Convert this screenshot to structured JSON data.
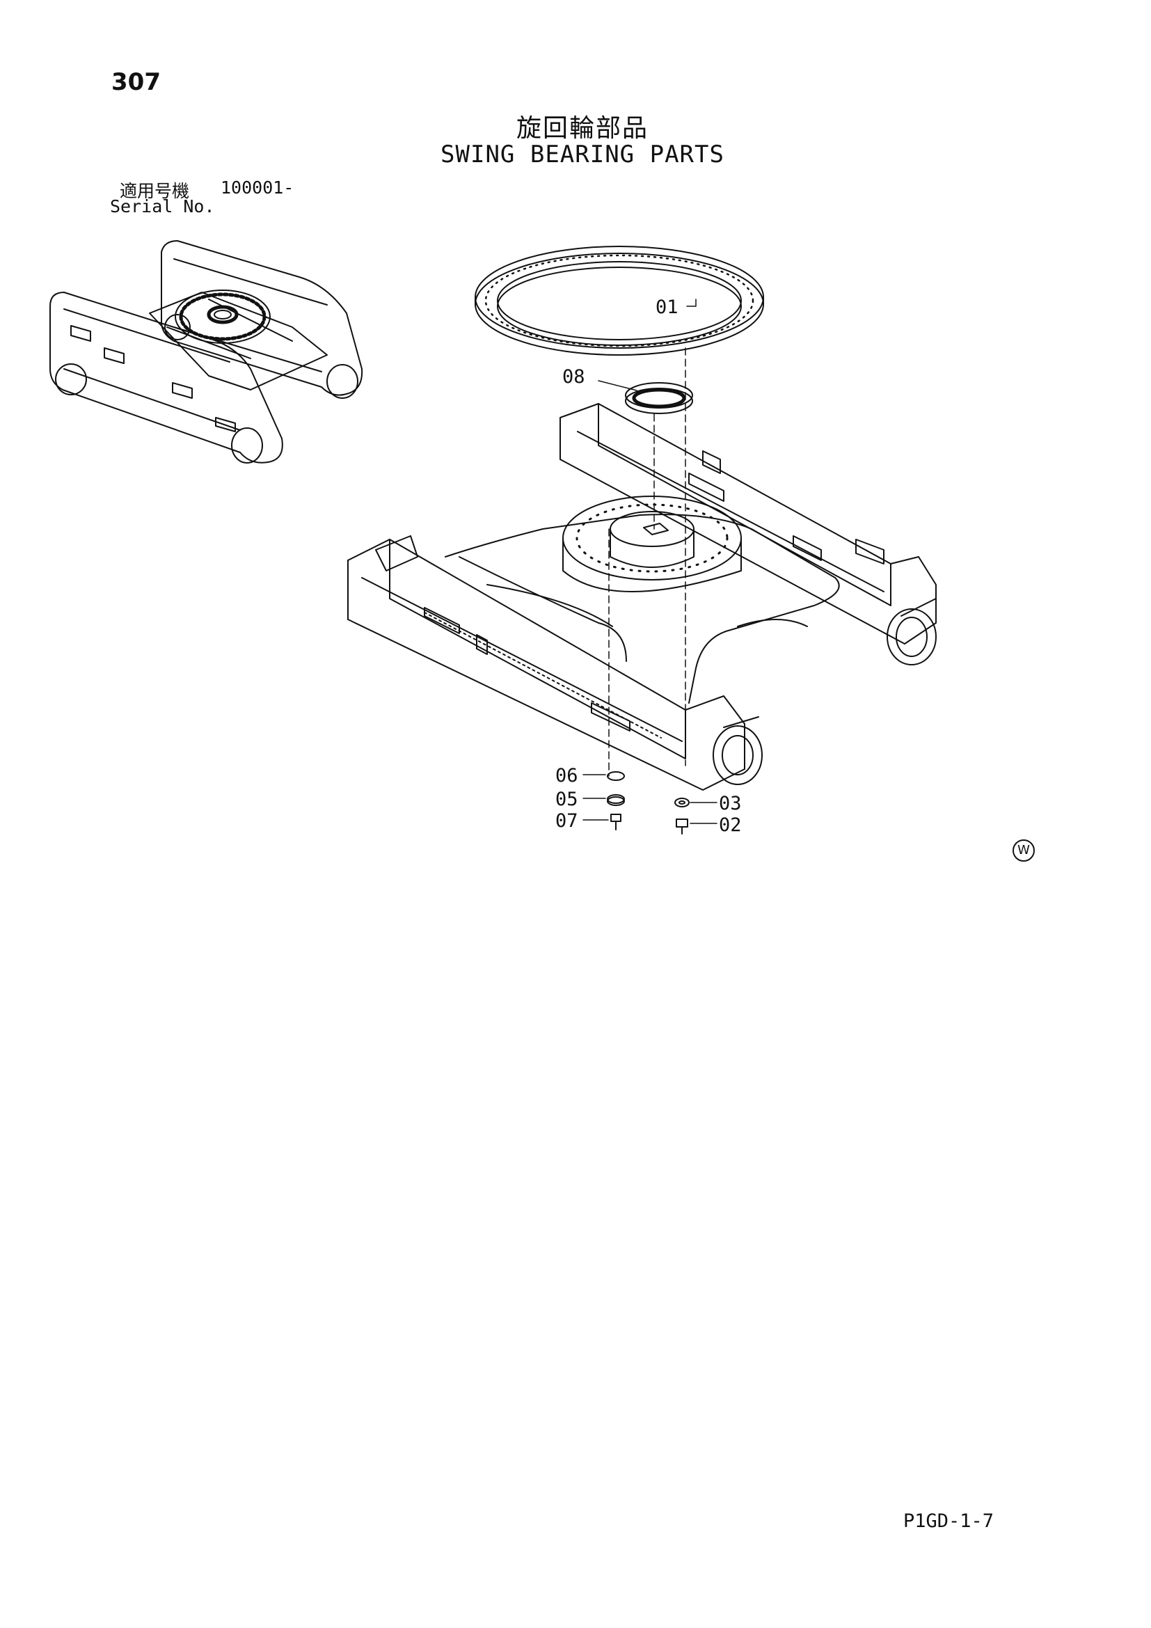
{
  "page": {
    "number": "307",
    "title_ja": "旋回輪部品",
    "title_en": "SWING BEARING PARTS",
    "serial_label_ja": "適用号機",
    "serial_range": "100001-",
    "serial_label_en": "Serial No.",
    "document_code": "P1GD-1-7",
    "mark": "W"
  },
  "callouts": [
    {
      "id": "01",
      "label": "01"
    },
    {
      "id": "08",
      "label": "08"
    },
    {
      "id": "06",
      "label": "06"
    },
    {
      "id": "05",
      "label": "05"
    },
    {
      "id": "07",
      "label": "07"
    },
    {
      "id": "03",
      "label": "03"
    },
    {
      "id": "02",
      "label": "02"
    }
  ],
  "colors": {
    "ink": "#111111",
    "paper": "#ffffff"
  }
}
